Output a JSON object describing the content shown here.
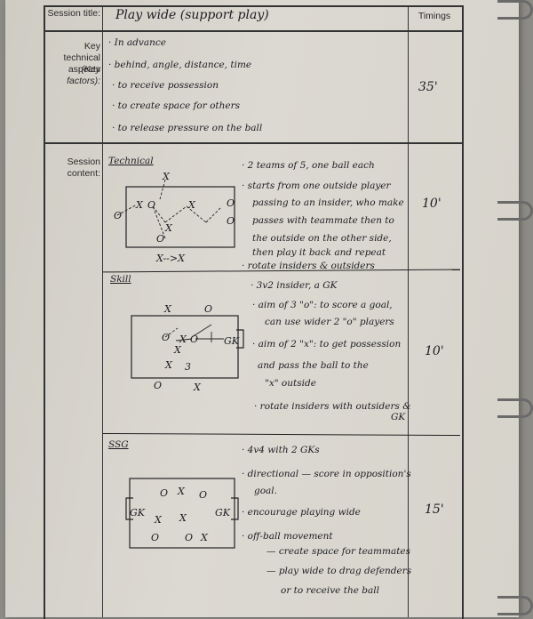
{
  "labels": {
    "session_title": "Session title:",
    "key_factors_line1": "Key technical aspects",
    "key_factors_line2": "(Key factors):",
    "session_content": "Session content:",
    "timings": "Timings"
  },
  "title": "Play wide (support play)",
  "key_factors": [
    "· In advance",
    "· behind, angle, distance, time",
    "· to receive possession",
    "· to create space for others",
    "· to release pressure on the ball"
  ],
  "key_factors_time": "35'",
  "sections": [
    {
      "heading": "Technical",
      "time": "10'",
      "notes": [
        "· 2 teams of 5, one ball each",
        "· starts from one outside player",
        "passing to an insider, who make",
        "passes with teammate then to",
        "the outside on the other side,",
        "then play it back and repeat",
        "· rotate insiders & outsiders"
      ],
      "diagram_labels": [
        "X",
        "X",
        "X",
        "X",
        "O",
        "O",
        "O",
        "O",
        "O",
        "X-->X"
      ]
    },
    {
      "heading": "Skill",
      "time": "10'",
      "notes": [
        "· 3v2 insider, a GK",
        "· aim of 3 \"o\": to score a goal,",
        "can use wider 2 \"o\" players",
        "· aim of 2 \"x\": to get possession",
        "and pass the ball to the",
        "\"x\" outside",
        "· rotate insiders with outsiders &",
        "GK"
      ],
      "diagram_labels": [
        "X",
        "O",
        "O",
        "X",
        "O",
        "X",
        "X",
        "3",
        "GK",
        "O",
        "X"
      ]
    },
    {
      "heading": "SSG",
      "time": "15'",
      "notes": [
        "· 4v4 with 2 GKs",
        "· directional — score in opposition's",
        "goal.",
        "· encourage playing wide",
        "· off-ball movement",
        "— create space for teammates",
        "— play wide to drag defenders",
        "or to receive the ball"
      ],
      "diagram_labels": [
        "O",
        "X",
        "O",
        "GK",
        "X",
        "X",
        "GK",
        "O",
        "O",
        "X"
      ]
    }
  ]
}
